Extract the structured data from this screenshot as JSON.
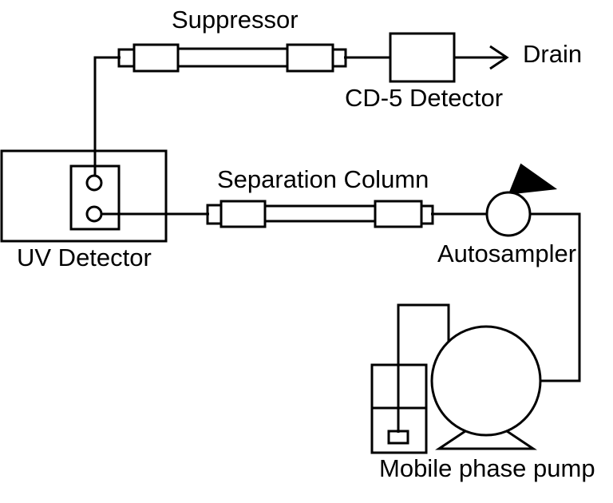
{
  "canvas": {
    "background_color": "#ffffff",
    "stroke_color": "#000000"
  },
  "labels": {
    "suppressor": "Suppressor",
    "cd5_detector": "CD-5 Detector",
    "drain": "Drain",
    "uv_detector": "UV Detector",
    "separation_column": "Separation Column",
    "autosampler": "Autosampler",
    "mobile_phase_pump": "Mobile phase pump"
  },
  "icons": {
    "drain_arrow": "arrow-right",
    "autosampler_valve": "filled-triangle"
  }
}
